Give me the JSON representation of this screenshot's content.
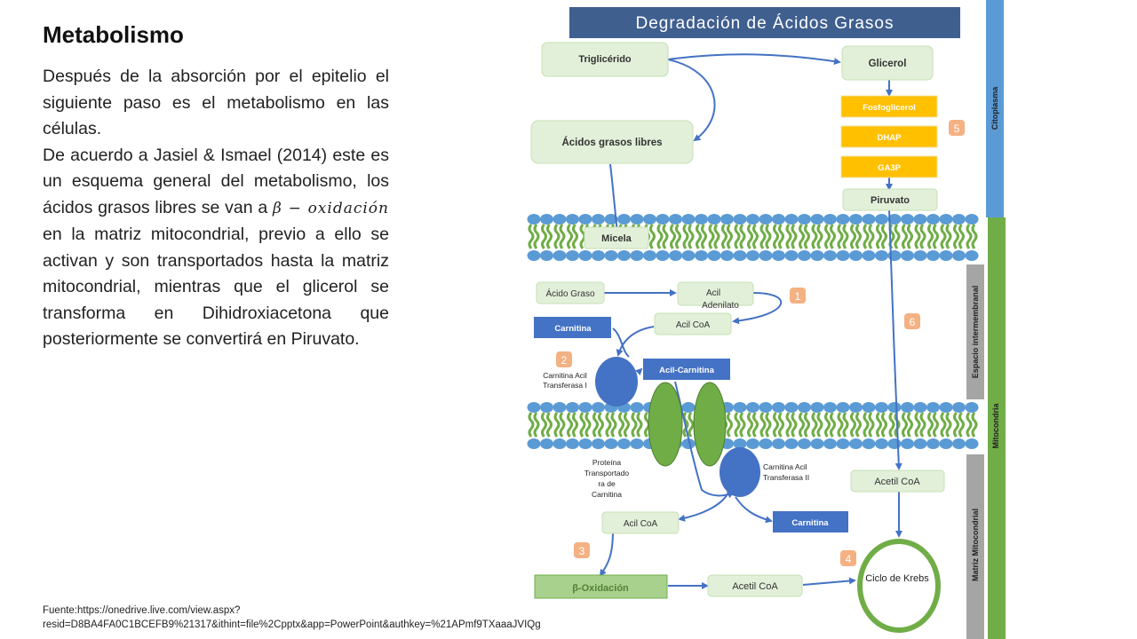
{
  "slide": {
    "title": "Metabolismo",
    "paragraph1": "Después de la absorción por el epitelio el siguiente paso es el metabolismo en las células.",
    "paragraph2_before": "De acuerdo a Jasiel & Ismael (2014) este es un esquema general del metabolismo, los ácidos grasos libres se van a ",
    "paragraph2_formula": "β − oxidación",
    "paragraph2_after": " en la matriz mitocondrial, previo a ello se activan y son transportados hasta la matriz mitocondrial, mientras que el glicerol se transforma en Dihidroxiacetona que posteriormente se convertirá en Piruvato.",
    "source": "Fuente:https://onedrive.live.com/view.aspx?resid=D8BA4FA0C1BCEFB9%21317&ithint=file%2Cpptx&app=PowerPoint&authkey=%21APmf9TXaaaJVIQg"
  },
  "diagram": {
    "title": "Degradación de Ácidos Grasos",
    "nodes": {
      "trigliceride": "Triglicérido",
      "glicerol": "Glicerol",
      "acidos_grasos_libres": "Ácidos grasos libres",
      "fosfoglicerol": "Fosfoglicerol",
      "dhap": "DHAP",
      "ga3p": "GA3P",
      "piruvato": "Piruvato",
      "micela": "Micela",
      "acido_graso": "Ácido Graso",
      "acil_adenilato_line1": "Acil",
      "acil_adenilato_line2": "Adenilato",
      "carnitina_top": "Carnitina",
      "acil_coa_top": "Acil CoA",
      "acil_carnitina": "Acil-Carnitina",
      "cat1_line1": "Carnitina Acil",
      "cat1_line2": "Transferasa I",
      "proteina_line1": "Proteína",
      "proteina_line2": "Transportado",
      "proteina_line3": "ra de",
      "proteina_line4": "Carnitina",
      "cat2_line1": "Carnitina Acil",
      "cat2_line2": "Transferasa II",
      "acetil_coa_right": "Acetil CoA",
      "acil_coa_bottom": "Acil CoA",
      "carnitina_bottom": "Carnitina",
      "beta_oxidacion": "β-Oxidación",
      "acetil_coa_bottom": "Acetil CoA",
      "ciclo_krebs": "Ciclo de Krebs"
    },
    "steps": [
      "1",
      "2",
      "3",
      "4",
      "5",
      "6"
    ],
    "side_labels": {
      "citoplasma": "Citoplasma",
      "espacio": "Espacio intermembranal",
      "matriz": "Matriz Mitocondrial",
      "mitocondria": "Mitocondria"
    },
    "colors": {
      "title_bar": "#3f5f8f",
      "box_fill": "#e2f0d9",
      "box_stroke": "#b5d6a2",
      "orange": "#ffc000",
      "blue": "#4472c4",
      "step_fill": "#f4b183",
      "lipid_head": "#5b9bd5",
      "lipid_tail": "#70ad47",
      "arrow": "#4472c4"
    }
  }
}
